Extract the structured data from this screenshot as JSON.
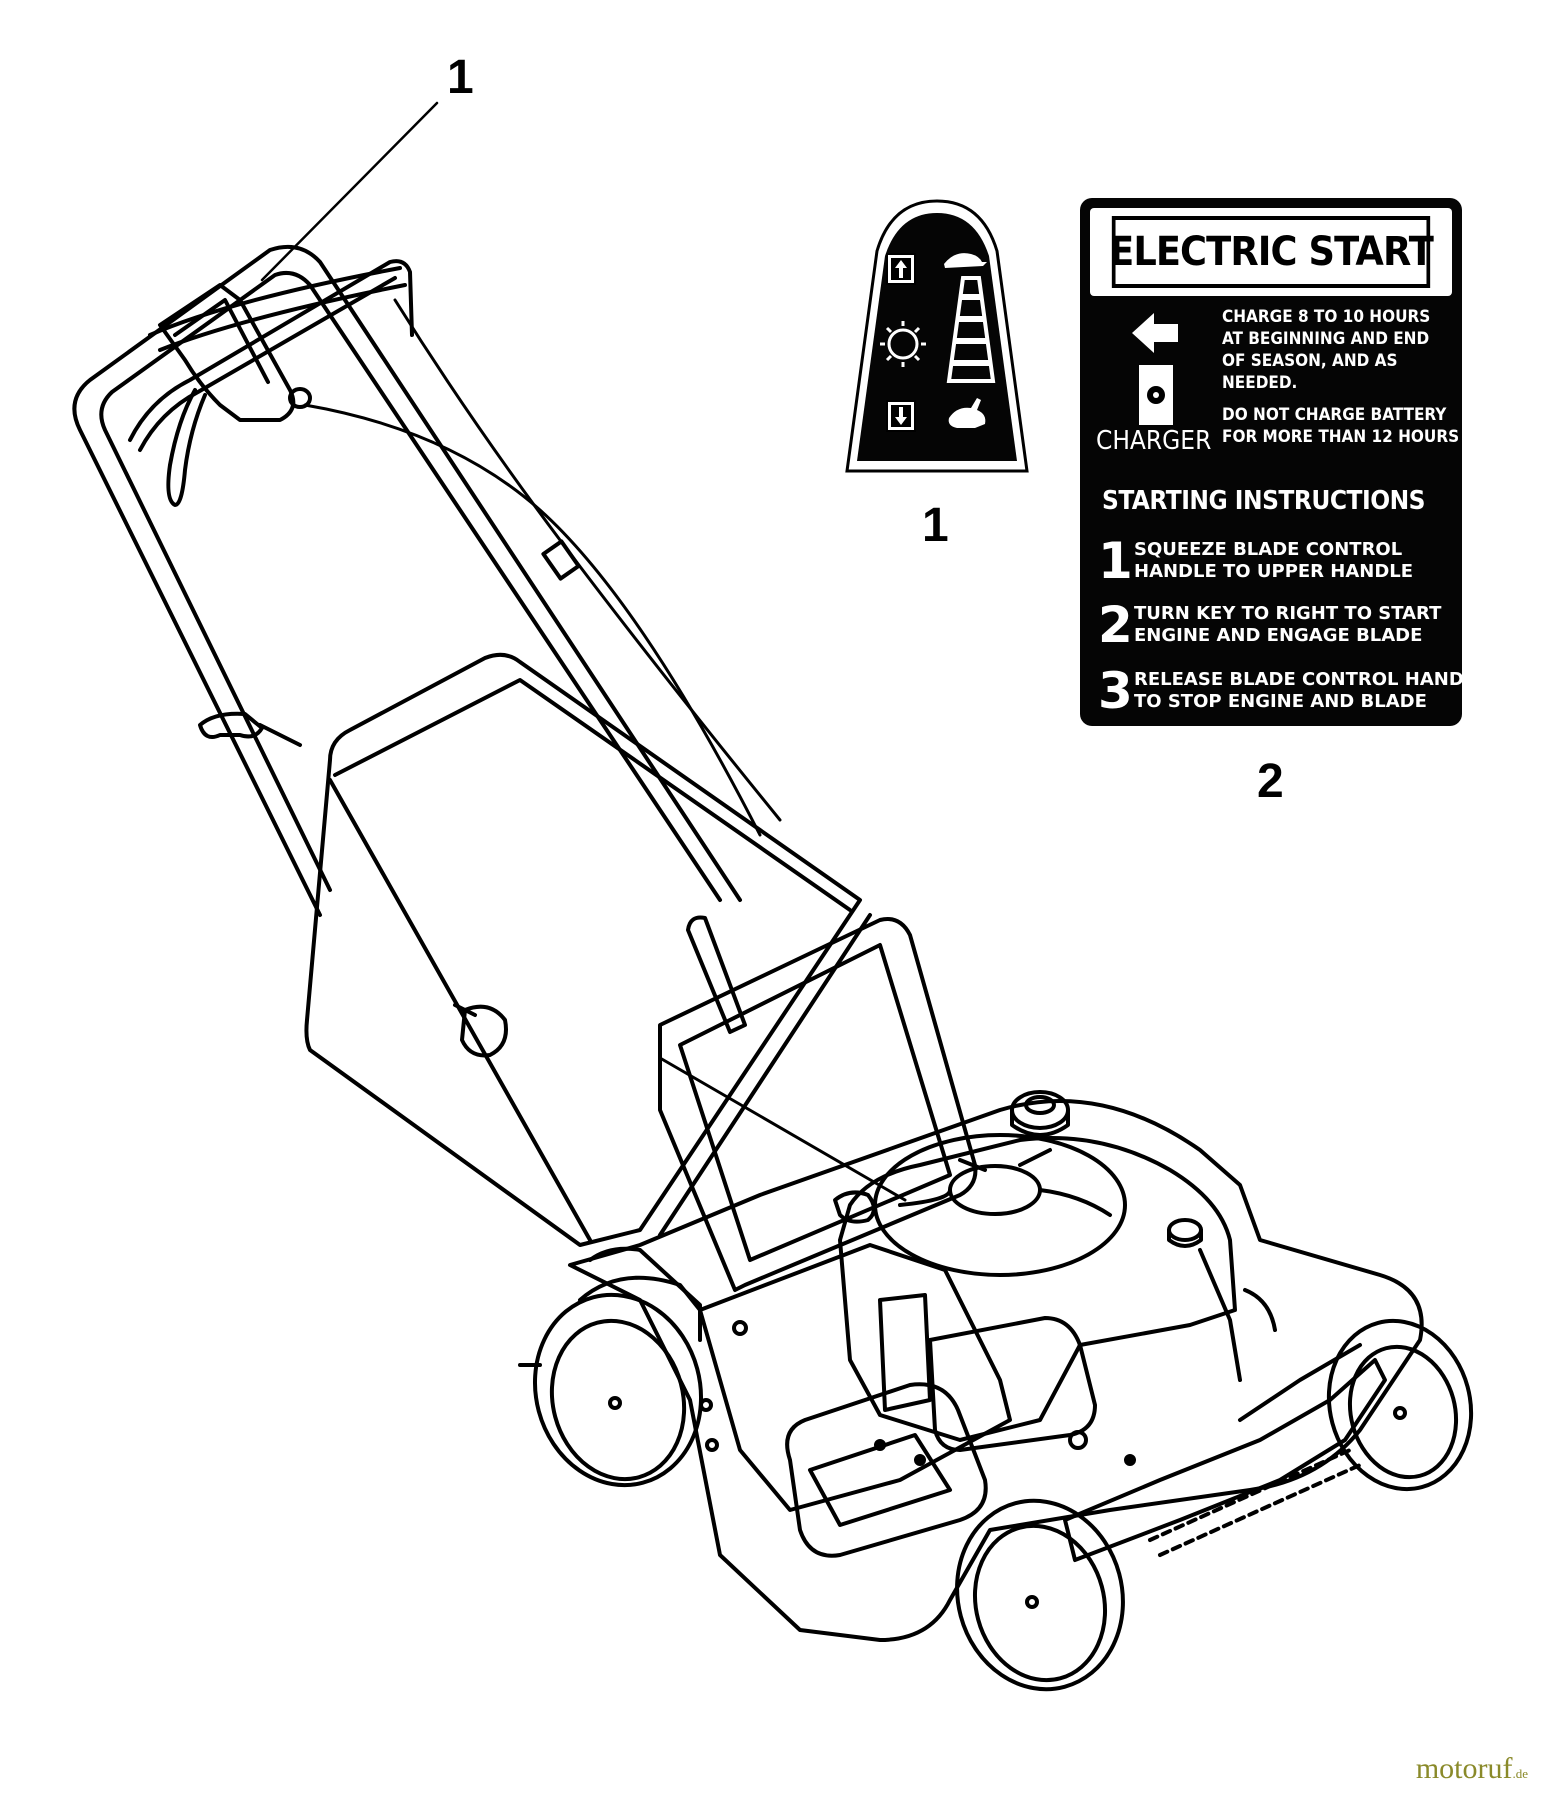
{
  "callouts": [
    "1",
    "1",
    "2"
  ],
  "decal2": {
    "title": "ELECTRIC START",
    "charge_lines": [
      "CHARGE 8 TO 10 HOURS",
      "AT BEGINNING AND END",
      "OF SEASON, AND AS",
      "NEEDED."
    ],
    "warning_lines": [
      "DO NOT CHARGE BATTERY",
      "FOR MORE THAN 12 HOURS"
    ],
    "charger_label": "CHARGER",
    "starting_title": "STARTING INSTRUCTIONS",
    "steps": [
      {
        "num": "1",
        "lines": [
          "SQUEEZE BLADE CONTROL",
          "HANDLE TO UPPER HANDLE"
        ]
      },
      {
        "num": "2",
        "lines": [
          "TURN KEY TO RIGHT TO START",
          "ENGINE AND ENGAGE BLADE"
        ]
      },
      {
        "num": "3",
        "lines": [
          "RELEASE BLADE CONTROL HANDLE",
          "TO STOP ENGINE AND BLADE"
        ]
      }
    ]
  },
  "watermark": {
    "brand": "motoruf",
    "tld": ".de"
  },
  "colors": {
    "ink": "#000000",
    "paper": "#ffffff",
    "watermark": "#8a8a2a"
  }
}
